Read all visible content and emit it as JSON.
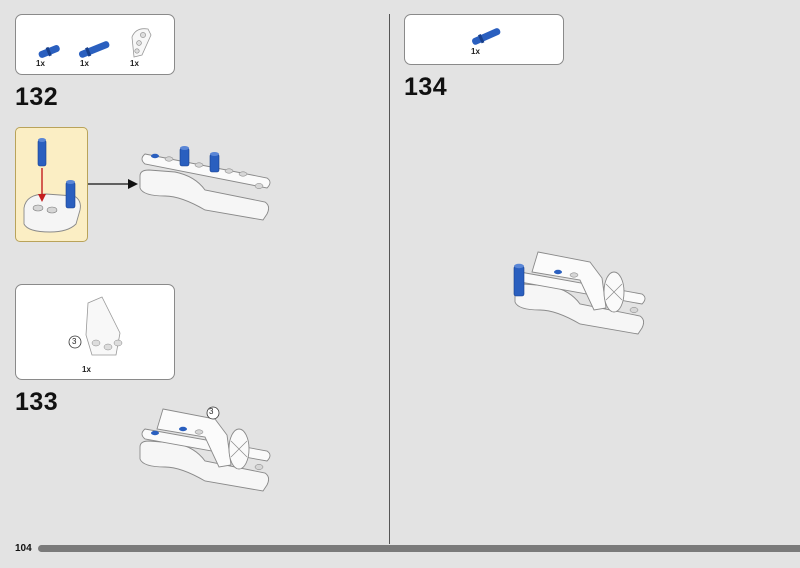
{
  "page": {
    "number": "104"
  },
  "steps": [
    {
      "number": "132",
      "parts": [
        {
          "qty": "1x",
          "icon": "blue-short-pin-icon"
        },
        {
          "qty": "1x",
          "icon": "blue-long-pin-icon"
        },
        {
          "qty": "1x",
          "icon": "white-angled-beam-icon"
        }
      ]
    },
    {
      "number": "133",
      "parts": [
        {
          "qty": "1x",
          "icon": "white-panel-icon"
        }
      ],
      "rotation_label": "3"
    },
    {
      "number": "134",
      "parts": [
        {
          "qty": "1x",
          "icon": "blue-axle-pin-icon"
        }
      ]
    }
  ],
  "colors": {
    "background": "#e3e3e3",
    "callout": "#fbeec4",
    "lego_blue": "#2a5fbf",
    "arrow_red": "#c41e1e"
  }
}
